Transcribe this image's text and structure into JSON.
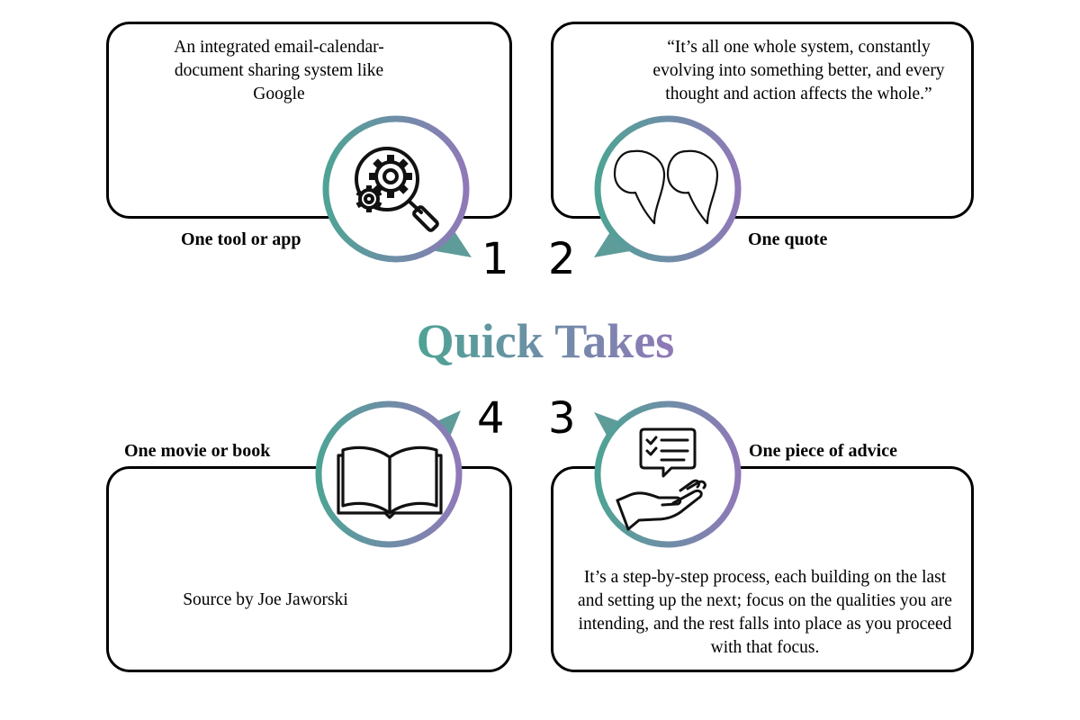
{
  "title": "Quick Takes",
  "colors": {
    "teal": "#4ea395",
    "purple": "#8f79b8",
    "pointer": "#5e9c9a",
    "outline": "#000000"
  },
  "quadrants": [
    {
      "number": "1",
      "label": "One tool or app",
      "text": "An integrated email-calendar-document sharing system like Google",
      "icon": "gear-magnifier-icon"
    },
    {
      "number": "2",
      "label": "One quote",
      "text": "“It’s all one whole system, constantly evolving into something better, and every thought and action affects the whole.”",
      "icon": "quotation-marks-icon"
    },
    {
      "number": "3",
      "label": "One piece of advice",
      "text": "It’s a step-by-step process, each building on the last and setting up the next; focus on the qualities you are intending, and the rest falls into place as you proceed with that focus.",
      "icon": "hand-checklist-icon"
    },
    {
      "number": "4",
      "label": "One movie or book",
      "text": "Source by Joe Jaworski",
      "icon": "open-book-icon"
    }
  ]
}
